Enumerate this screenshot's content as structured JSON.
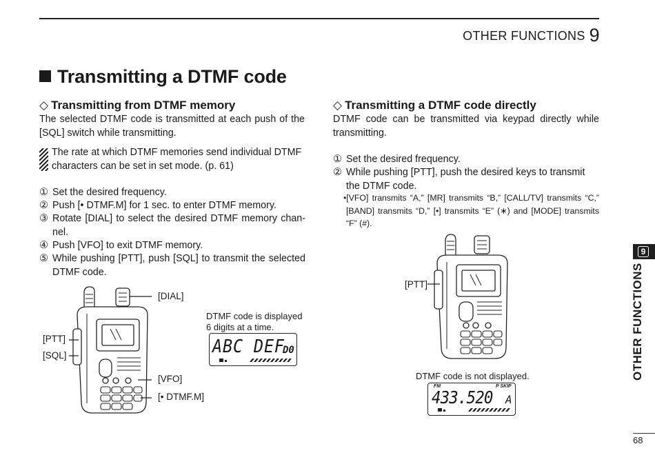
{
  "header": {
    "section": "OTHER FUNCTIONS",
    "chapter": "9"
  },
  "title": "Transmitting a DTMF code",
  "left": {
    "heading": "Transmitting from DTMF memory",
    "intro": "The selected DTMF code is transmitted at each push of the [SQL] switch while transmitting.",
    "note": "The rate at which DTMF memories send individual DTMF characters can be set in set mode. (p. 61)",
    "steps": [
      {
        "num": "①",
        "text": "Set the desired frequency."
      },
      {
        "num": "②",
        "text": "Push [• DTMF.M] for 1 sec. to enter DTMF memory."
      },
      {
        "num": "③",
        "text": "Rotate [DIAL] to select the desired DTMF memory chan-nel."
      },
      {
        "num": "④",
        "text": "Push [VFO] to exit DTMF memory."
      },
      {
        "num": "⑤",
        "text": "While pushing [PTT], push [SQL] to transmit the selected DTMF code."
      }
    ],
    "labels": {
      "dial": "[DIAL]",
      "ptt": "[PTT]",
      "sql": "[SQL]",
      "vfo": "[VFO]",
      "dtmfm": "[• DTMF.M]"
    },
    "caption_line1": "DTMF code is displayed",
    "caption_line2": "6 digits at a time.",
    "lcd_text": "ABC DEF",
    "lcd_suffix": "D0"
  },
  "right": {
    "heading": "Transmitting a DTMF code directly",
    "intro": "DTMF code can be transmitted via keypad directly while transmitting.",
    "steps": [
      {
        "num": "①",
        "text": "Set the desired frequency."
      },
      {
        "num": "②",
        "text": "While pushing [PTT], push the desired keys to transmit the DTMF code."
      }
    ],
    "bullet": "•[VFO] transmits “A,” [MR] transmits “B,” [CALL/TV] transmits “C,” [BAND] transmits “D,” [•] transmits “E” (∗) and [MODE] transmits “F” (#).",
    "labels": {
      "ptt": "[PTT]"
    },
    "caption": "DTMF code is not displayed.",
    "lcd_fm": "FM",
    "lcd_pskip": "P SKIP",
    "lcd_freq": "433.520",
    "lcd_ch": "A"
  },
  "side_tab": {
    "number": "9",
    "label": "OTHER FUNCTIONS"
  },
  "page_number": "68"
}
